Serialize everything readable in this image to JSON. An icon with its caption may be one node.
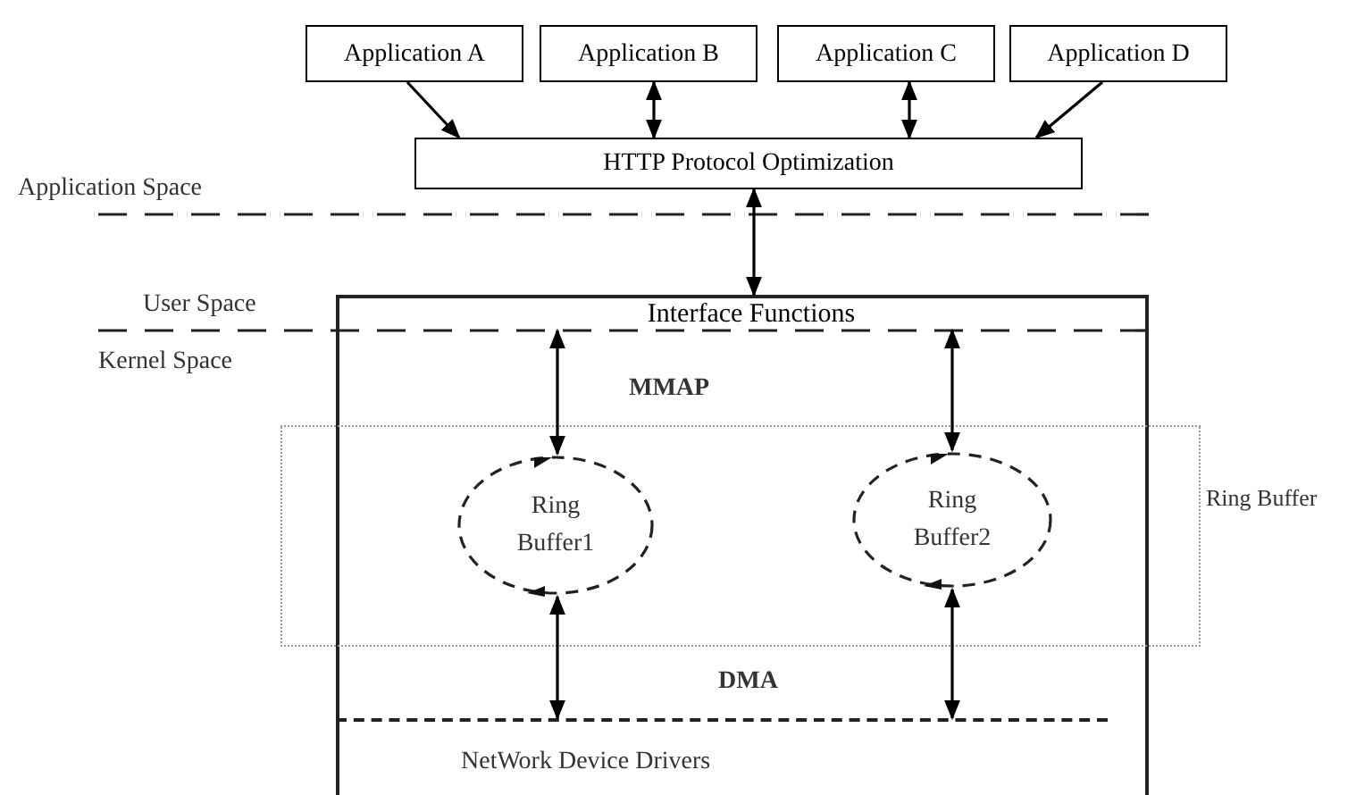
{
  "diagram": {
    "nodes": [
      {
        "text": [
          "Application A"
        ]
      },
      {
        "text": [
          "Application B"
        ]
      },
      {
        "text": [
          "Application C"
        ]
      },
      {
        "text": [
          "Application D"
        ]
      },
      {
        "text": [
          "HTTP Protocol Optimization"
        ]
      },
      {
        "text": [],
        "shape": "box"
      },
      {
        "text": [
          "Interface Functions"
        ],
        "in": 5
      },
      {
        "text": [
          "Ring Buffer"
        ]
      },
      {
        "text": [
          "Ring Buffer1"
        ],
        "in": 7
      },
      {
        "text": [
          "Ring Buffer2"
        ],
        "in": 7
      },
      {
        "text": [
          "NetWork Device Drivers"
        ],
        "in": 5
      }
    ],
    "edges": [
      {
        "from": 0,
        "to": 4,
        "arrow": "to"
      },
      {
        "from": 1,
        "to": 4,
        "arrow": "both"
      },
      {
        "from": 2,
        "to": 4,
        "arrow": "both"
      },
      {
        "from": 3,
        "to": 4,
        "arrow": "to"
      },
      {
        "from": 4,
        "to": 6,
        "arrow": "both"
      },
      {
        "from": 6,
        "to": 8,
        "arrow": "both"
      },
      {
        "from": 6,
        "to": 9,
        "arrow": "both"
      },
      {
        "from": 8,
        "to": 10,
        "arrow": "both"
      },
      {
        "from": 9,
        "to": 10,
        "arrow": "both"
      }
    ],
    "labels": [
      "Application Space",
      "User Space",
      "Kernel Space",
      "MMAP",
      "DMA"
    ]
  }
}
